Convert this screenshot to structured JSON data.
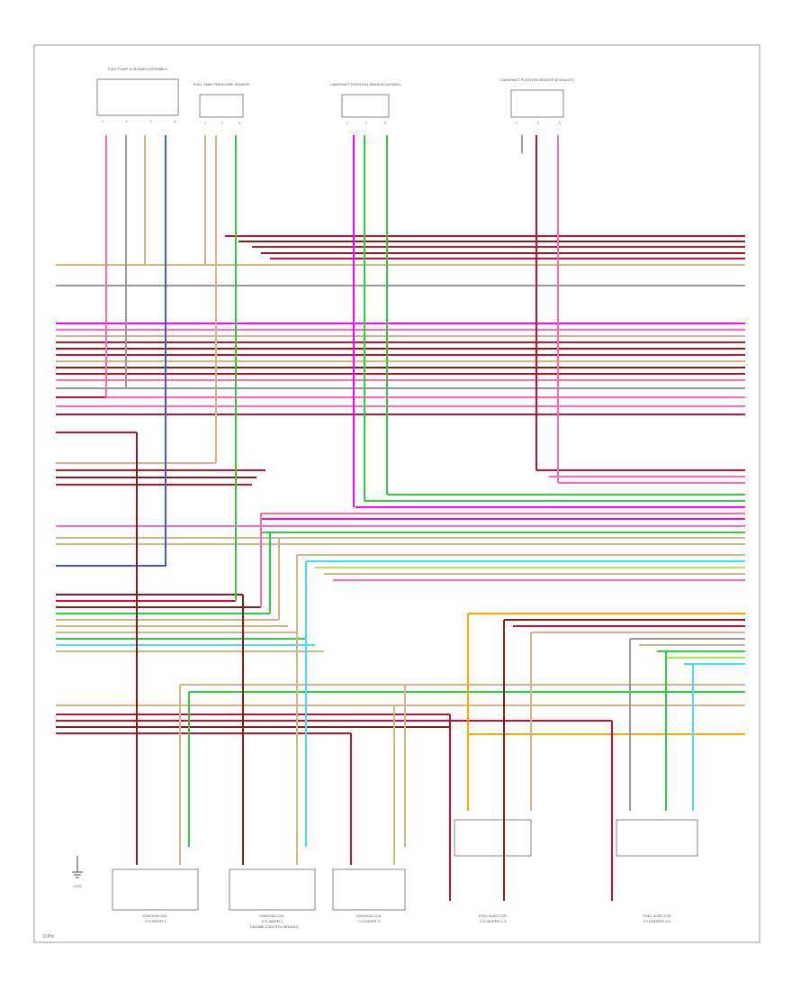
{
  "diagram": {
    "page_code": "D.Pin",
    "connectors_top": [
      {
        "id": "c1",
        "title": "FUEL PUMP & SENDER ASSEMBLY",
        "pins": [
          "1",
          "2",
          "3",
          "4"
        ]
      },
      {
        "id": "c2",
        "title": "FUEL TANK PRESSURE SENSOR",
        "pins": [
          "1",
          "2",
          "3"
        ]
      },
      {
        "id": "c3",
        "title": "CAMSHAFT POSITION SENSOR (INTAKE)",
        "pins": [
          "1",
          "2",
          "3"
        ]
      },
      {
        "id": "c4",
        "title": "CAMSHAFT POSITION SENSOR (EXHAUST)",
        "pins": [
          "1",
          "2",
          "3"
        ]
      }
    ],
    "bottom_components": [
      {
        "id": "b1",
        "name": "IGNITION COIL",
        "sub": "CYLINDER 1"
      },
      {
        "id": "b2",
        "name": "IGNITION COIL",
        "sub": "CYLINDER 2"
      },
      {
        "id": "b3",
        "name": "IGNITION COIL",
        "sub": "CYLINDER 3"
      },
      {
        "id": "b4",
        "name": "FUEL INJECTOR",
        "sub": "CYLINDERS 1-3"
      },
      {
        "id": "b5",
        "name": "FUEL INJECTOR",
        "sub": "CYLINDERS 4-6"
      }
    ],
    "ground_label": "G101",
    "module_label": "ENGINE CONTROL MODULE"
  },
  "wires": {
    "red": "#c8102e",
    "dark_red": "#8b1a1a",
    "pink": "#ff69b4",
    "magenta": "#ff00ff",
    "green": "#2ecc40",
    "blue": "#3b5bdb",
    "tan": "#d2b48c",
    "orange": "#ffa500",
    "cyan": "#40e0ff",
    "yellow_green": "#b5e655",
    "gray": "#999999",
    "black": "#222222"
  }
}
